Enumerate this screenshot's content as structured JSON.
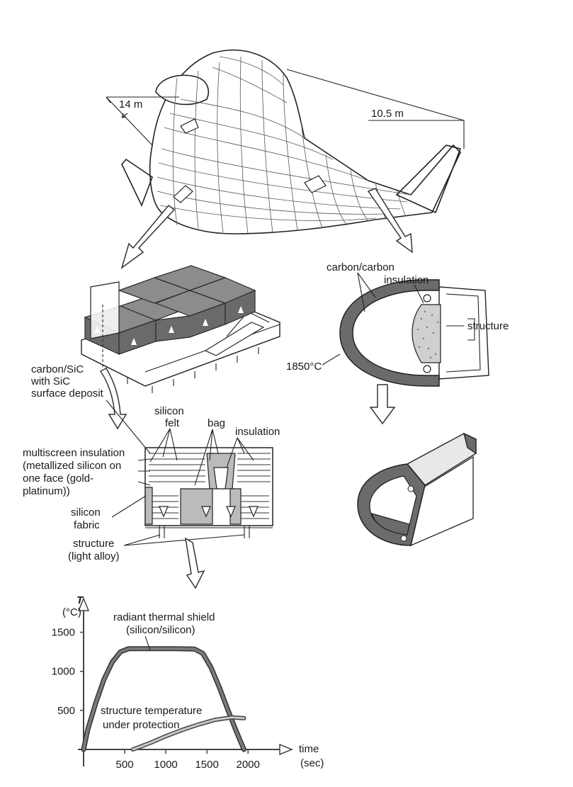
{
  "labels": {
    "dim_14": "14 m",
    "dim_105": "10.5 m",
    "carbon_carbon": "carbon/carbon",
    "insulation_nose": "insulation",
    "structure_nose": "structure",
    "temp_1850": "1850°C",
    "cc_sic_1": "carbon/SiC",
    "cc_sic_2": "with SiC",
    "cc_sic_3": "surface deposit",
    "silicon_felt_1": "silicon",
    "silicon_felt_2": "felt",
    "bag": "bag",
    "insulation_tile": "insulation",
    "multiscreen_1": "multiscreen insulation",
    "multiscreen_2": "(metallized silicon on",
    "multiscreen_3": "one face (gold-",
    "multiscreen_4": "platinum))",
    "silicon_fabric_1": "silicon",
    "silicon_fabric_2": "fabric",
    "structure_tile_1": "structure",
    "structure_tile_2": "(light alloy)"
  },
  "chart_data": {
    "type": "line",
    "ylabel_symbol": "T",
    "ylabel_unit": "(°C)",
    "xlabel_1": "time",
    "xlabel_2": "(sec)",
    "x_ticks": [
      500,
      1000,
      1500,
      2000
    ],
    "y_ticks": [
      500,
      1000,
      1500
    ],
    "xlim": [
      0,
      2300
    ],
    "ylim": [
      0,
      1750
    ],
    "series": [
      {
        "name_1": "radiant thermal shield",
        "name_2": "(silicon/silicon)",
        "x": [
          0,
          50,
          150,
          250,
          350,
          450,
          550,
          700,
          900,
          1100,
          1350,
          1450,
          1550,
          1650,
          1750,
          1850,
          1950
        ],
        "y": [
          0,
          250,
          600,
          900,
          1120,
          1250,
          1290,
          1290,
          1290,
          1290,
          1285,
          1230,
          1050,
          800,
          520,
          250,
          0
        ]
      },
      {
        "name_1": "structure temperature",
        "name_2": "under protection",
        "x": [
          600,
          800,
          1000,
          1200,
          1400,
          1600,
          1800,
          1950
        ],
        "y": [
          0,
          80,
          170,
          250,
          320,
          380,
          410,
          400
        ]
      }
    ]
  }
}
